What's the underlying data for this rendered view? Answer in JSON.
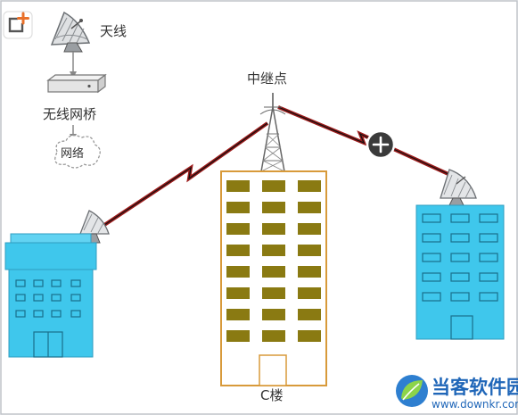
{
  "labels": {
    "antenna": "天线",
    "wireless_bridge": "无线网桥",
    "network": "网络",
    "relay_point": "中继点",
    "building_c": "C楼"
  },
  "watermark": {
    "name": "当客软件园",
    "url": "www.downkr.com"
  },
  "colors": {
    "link_red": "#9c1a1a",
    "building_cyan": "#3fc7ec",
    "building_orange": "#d89a3a",
    "window_olive": "#8a7a12",
    "watermark_blue": "#1f66b8"
  }
}
